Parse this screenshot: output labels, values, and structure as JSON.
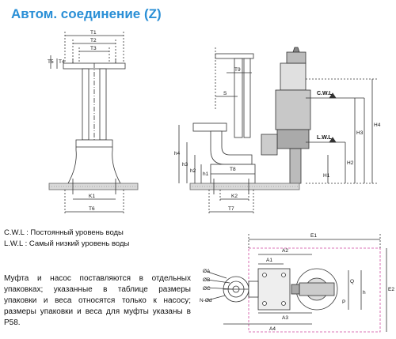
{
  "title": "Автом. соединение (Z)",
  "legend": {
    "cwl": "C.W.L : Постоянный уровень воды",
    "lwl": "L.W.L : Самый низкий уровень воды"
  },
  "note": "Муфта и насос поставляются в отдельных упаковках; указанные в таблице размеры упаковки и веса относятся только к насосу; размеры упаковки и веса для муфты указаны в P58.",
  "drawing": {
    "front": {
      "t1": "T1",
      "t2": "T2",
      "t3": "T3",
      "t4": "T4",
      "t5": "T5",
      "k1": "K1",
      "t6": "T6"
    },
    "side": {
      "t9": "T9",
      "s": "S",
      "t8": "T8",
      "k2": "K2",
      "t7": "T7",
      "h4": "h4",
      "h3": "h3",
      "h2": "h2",
      "h1": "h1",
      "cwl": "C.W.L",
      "lwl": "L.W.L",
      "H1": "H1",
      "H2": "H2",
      "H3": "H3",
      "H4": "H4"
    },
    "plan": {
      "e1": "E1",
      "e2": "E2",
      "a1": "A1",
      "a2": "A2",
      "a3": "A3",
      "a4": "A4",
      "oa": "ØA",
      "ob": "ØB",
      "oc": "ØC",
      "nod": "N-Ød",
      "q": "Q",
      "p": "P",
      "h": "h"
    }
  }
}
